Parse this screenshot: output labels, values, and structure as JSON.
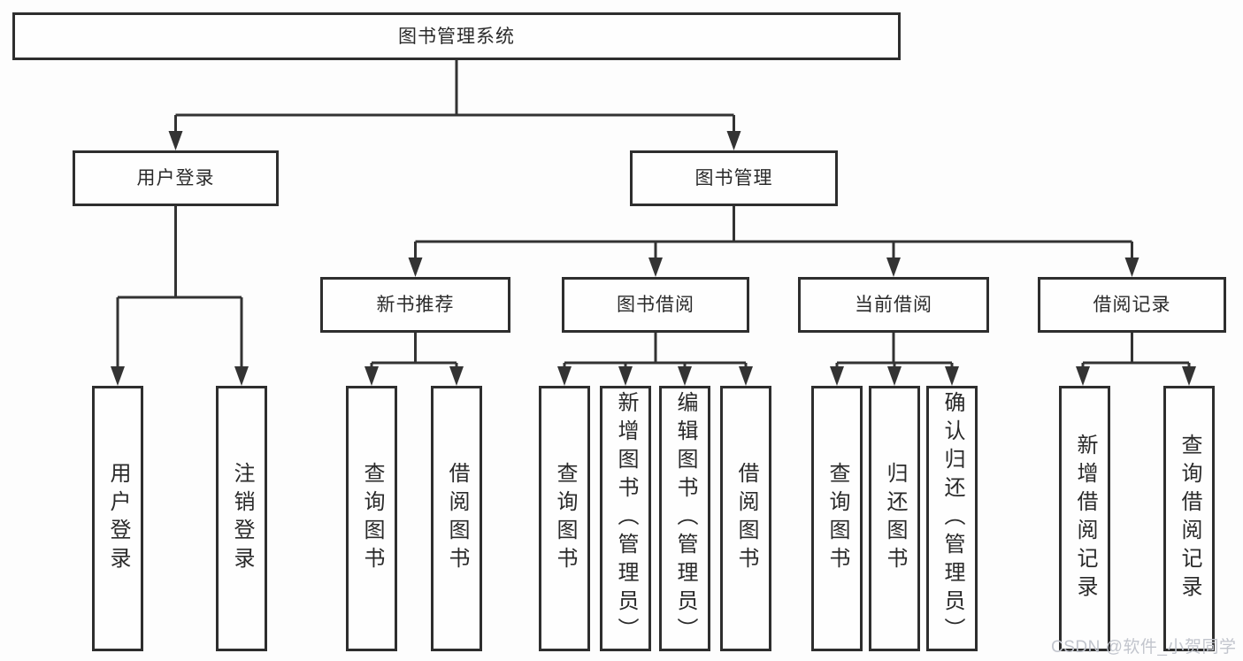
{
  "diagram": {
    "root": {
      "label": "图书管理系统"
    },
    "branches": [
      {
        "label": "用户登录",
        "children": [
          {
            "label": "用户登录"
          },
          {
            "label": "注销登录"
          }
        ]
      },
      {
        "label": "图书管理",
        "groups": [
          {
            "label": "新书推荐",
            "children": [
              {
                "label": "查询图书"
              },
              {
                "label": "借阅图书"
              }
            ]
          },
          {
            "label": "图书借阅",
            "children": [
              {
                "label": "查询图书"
              },
              {
                "label": "新增图书（管理员）"
              },
              {
                "label": "编辑图书（管理员）"
              },
              {
                "label": "借阅图书"
              }
            ]
          },
          {
            "label": "当前借阅",
            "children": [
              {
                "label": "查询图书"
              },
              {
                "label": "归还图书"
              },
              {
                "label": "确认归还（管理员）"
              }
            ]
          },
          {
            "label": "借阅记录",
            "children": [
              {
                "label": "新增借阅记录"
              },
              {
                "label": "查询借阅记录"
              }
            ]
          }
        ]
      }
    ]
  },
  "watermark": {
    "text": "CSDN @软件_小贺同学"
  },
  "colors": {
    "line": "#333333",
    "box_border": "#2e2e2e",
    "text": "#2a2a2a",
    "watermark": "#c2c5cd",
    "background": "#fdfdfd"
  }
}
